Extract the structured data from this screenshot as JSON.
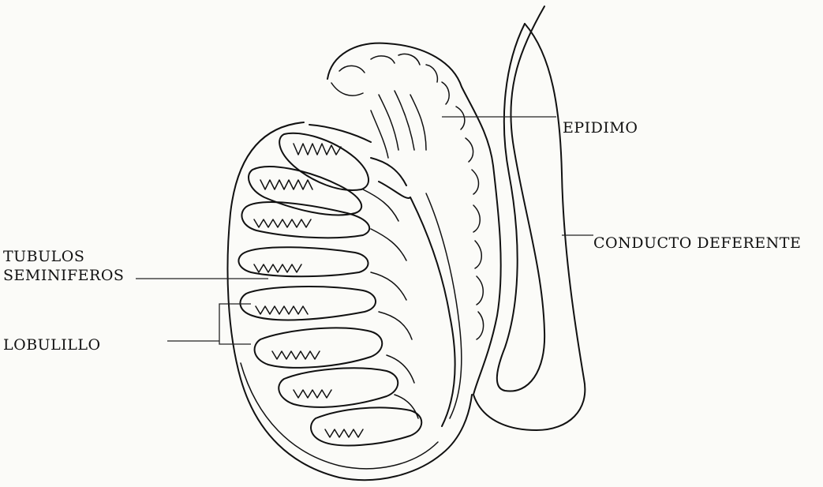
{
  "labels": {
    "epidimo": "EPIDIMO",
    "conducto_deferente": "CONDUCTO DEFERENTE",
    "tubulos_line1": "TUBULOS",
    "tubulos_line2": "SEMINIFEROS",
    "lobulillo": "LOBULILLO"
  },
  "colors": {
    "ink": "#111111",
    "paper": "#fbfbf8"
  }
}
